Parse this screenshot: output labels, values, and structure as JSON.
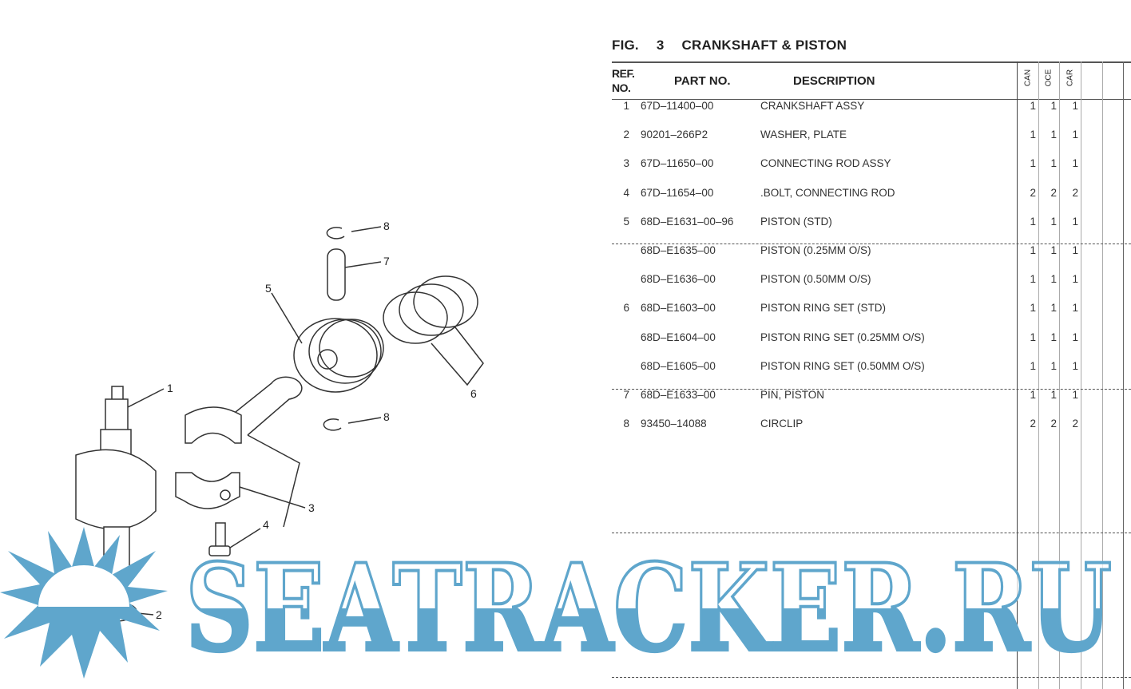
{
  "figure": {
    "label": "FIG.",
    "number": "3",
    "title": "CRANKSHAFT & PISTON"
  },
  "table": {
    "headers": {
      "ref_line1": "REF.",
      "ref_line2": "NO.",
      "part_no": "PART NO.",
      "description": "DESCRIPTION",
      "qty_columns": [
        "CAN",
        "OCE",
        "CAR"
      ]
    },
    "rows": [
      {
        "ref": "1",
        "part_no": "67D–11400–00",
        "description": "CRANKSHAFT ASSY",
        "qty": [
          "1",
          "1",
          "1"
        ]
      },
      {
        "ref": "2",
        "part_no": "90201–266P2",
        "description": "WASHER, PLATE",
        "qty": [
          "1",
          "1",
          "1"
        ]
      },
      {
        "ref": "3",
        "part_no": "67D–11650–00",
        "description": "CONNECTING ROD ASSY",
        "qty": [
          "1",
          "1",
          "1"
        ]
      },
      {
        "ref": "4",
        "part_no": "67D–11654–00",
        "description": ".BOLT, CONNECTING ROD",
        "qty": [
          "2",
          "2",
          "2"
        ]
      },
      {
        "ref": "5",
        "part_no": "68D–E1631–00–96",
        "description": "PISTON (STD)",
        "qty": [
          "1",
          "1",
          "1"
        ]
      },
      {
        "ref": "",
        "part_no": "68D–E1635–00",
        "description": "PISTON (0.25MM O/S)",
        "qty": [
          "1",
          "1",
          "1"
        ]
      },
      {
        "ref": "",
        "part_no": "68D–E1636–00",
        "description": "PISTON (0.50MM O/S)",
        "qty": [
          "1",
          "1",
          "1"
        ]
      },
      {
        "ref": "6",
        "part_no": "68D–E1603–00",
        "description": "PISTON RING SET (STD)",
        "qty": [
          "1",
          "1",
          "1"
        ]
      },
      {
        "ref": "",
        "part_no": "68D–E1604–00",
        "description": "PISTON RING SET (0.25MM O/S)",
        "qty": [
          "1",
          "1",
          "1"
        ]
      },
      {
        "ref": "",
        "part_no": "68D–E1605–00",
        "description": "PISTON RING SET (0.50MM O/S)",
        "qty": [
          "1",
          "1",
          "1"
        ]
      },
      {
        "ref": "7",
        "part_no": "68D–E1633–00",
        "description": "PIN, PISTON",
        "qty": [
          "1",
          "1",
          "1"
        ]
      },
      {
        "ref": "8",
        "part_no": "93450–14088",
        "description": "CIRCLIP",
        "qty": [
          "2",
          "2",
          "2"
        ]
      }
    ]
  },
  "diagram": {
    "callouts": [
      "8",
      "7",
      "5",
      "6",
      "1",
      "8",
      "3",
      "4",
      "2"
    ]
  },
  "watermark": {
    "text": "SEATRACKER.RU",
    "color": "#5fa6cc"
  }
}
